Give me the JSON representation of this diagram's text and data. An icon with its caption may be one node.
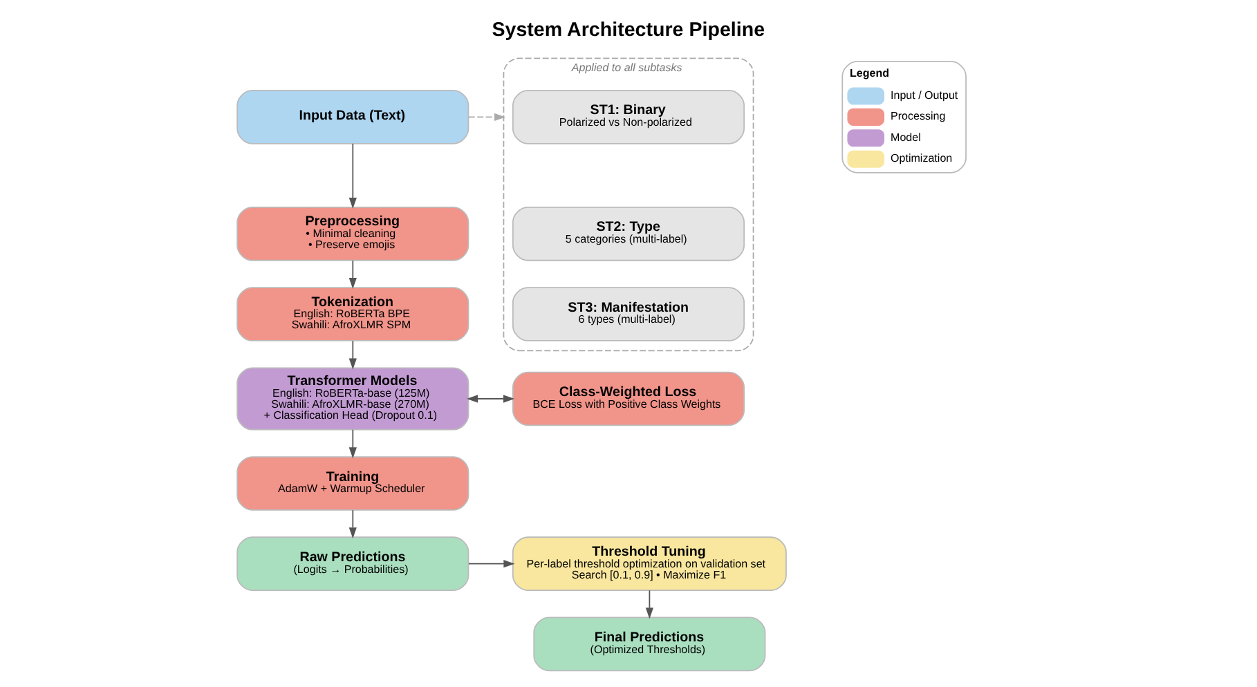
{
  "diagram": {
    "title": "System Architecture Pipeline",
    "nodes": [
      {
        "text": [
          "Input Data (Text)"
        ]
      },
      {
        "text": [
          "Preprocessing",
          "• Minimal cleaning",
          "• Preserve emojis"
        ]
      },
      {
        "text": [
          "Tokenization",
          "English: RoBERTa BPE",
          "Swahili: AfroXLMR SPM"
        ]
      },
      {
        "text": [
          "Transformer Models",
          "English: RoBERTa-base (125M)",
          "Swahili: AfroXLMR-base (270M)",
          "+ Classification Head (Dropout 0.1)"
        ]
      },
      {
        "text": [
          "Class-Weighted Loss",
          "BCE Loss with Positive Class Weights"
        ]
      },
      {
        "text": [
          "Training",
          "AdamW + Warmup Scheduler"
        ]
      },
      {
        "text": [
          "Raw Predictions",
          "(Logits → Probabilities)"
        ]
      },
      {
        "text": [
          "Threshold Tuning",
          "Per-label threshold optimization on validation set",
          "Search [0.1, 0.9] • Maximize F1"
        ]
      },
      {
        "text": [
          "Final Predictions",
          "(Optimized Thresholds)"
        ]
      },
      {
        "text": [
          "Applied to all subtasks"
        ]
      },
      {
        "text": [
          "ST1: Binary",
          "Polarized vs Non-polarized"
        ],
        "in": 9
      },
      {
        "text": [
          "ST2: Type",
          "5 categories (multi-label)"
        ],
        "in": 9
      },
      {
        "text": [
          "ST3: Manifestation",
          "6 types (multi-label)"
        ],
        "in": 9
      }
    ],
    "edges": [
      {
        "from": 0,
        "to": 1,
        "arrow": "to"
      },
      {
        "from": 1,
        "to": 2,
        "arrow": "to"
      },
      {
        "from": 2,
        "to": 3,
        "arrow": "to"
      },
      {
        "from": 3,
        "to": 4,
        "arrow": "both"
      },
      {
        "from": 3,
        "to": 5,
        "arrow": "to"
      },
      {
        "from": 5,
        "to": 6,
        "arrow": "to"
      },
      {
        "from": 6,
        "to": 7,
        "arrow": "to"
      },
      {
        "from": 7,
        "to": 8,
        "arrow": "to"
      },
      {
        "from": 0,
        "to": 9,
        "arrow": "to",
        "style": "dashed",
        "color": "#aaaaaa"
      }
    ],
    "labels": [
      "Legend"
    ],
    "legend": [
      {
        "text": "Input / Output",
        "color": "#aed6f1"
      },
      {
        "text": "Processing",
        "color": "#f1948a"
      },
      {
        "text": "Model",
        "color": "#c39bd3"
      },
      {
        "text": "Optimization",
        "color": "#f9e79f"
      }
    ]
  }
}
